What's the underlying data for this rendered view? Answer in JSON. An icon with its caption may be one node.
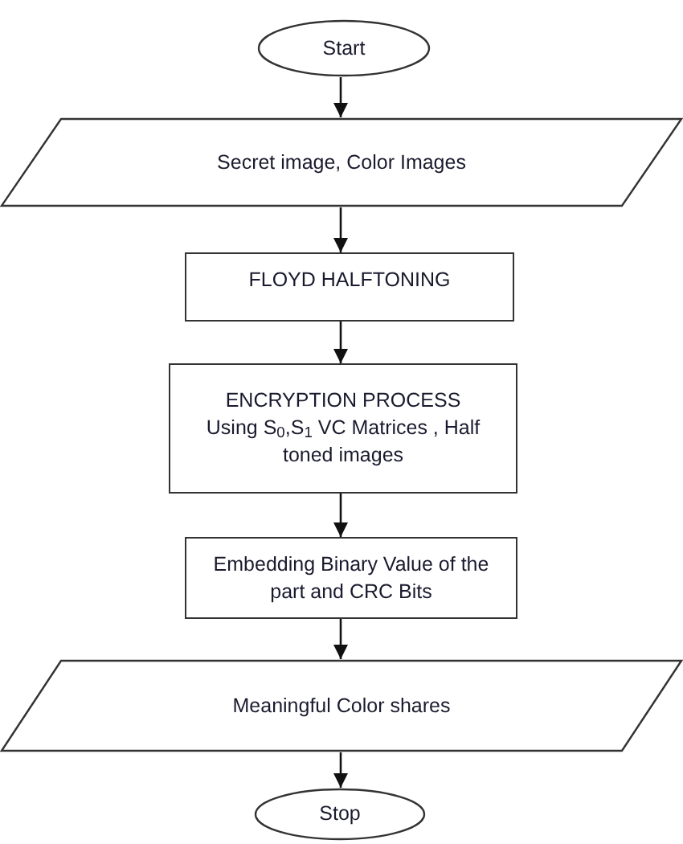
{
  "diagram": {
    "nodes": [
      {
        "text": [
          "Start"
        ]
      },
      {
        "text": [
          "Secret image, Color Images"
        ]
      },
      {
        "text": [
          "FLOYD HALFTONING"
        ]
      },
      {
        "text": [
          "ENCRYPTION PROCESS",
          "Using S$_{0}$,S$_{1}$ VC Matrices , Half toned images"
        ]
      },
      {
        "text": [
          "Embedding Binary Value of the part and CRC Bits"
        ]
      },
      {
        "text": [
          "Meaningful Color shares"
        ]
      },
      {
        "text": [
          "Stop"
        ]
      }
    ],
    "edges": [
      {
        "from": 0,
        "to": 1,
        "arrow": "to"
      },
      {
        "from": 1,
        "to": 2,
        "arrow": "to"
      },
      {
        "from": 2,
        "to": 3,
        "arrow": "to"
      },
      {
        "from": 3,
        "to": 4,
        "arrow": "to"
      },
      {
        "from": 4,
        "to": 5,
        "arrow": "to"
      },
      {
        "from": 5,
        "to": 6,
        "arrow": "to"
      }
    ]
  }
}
